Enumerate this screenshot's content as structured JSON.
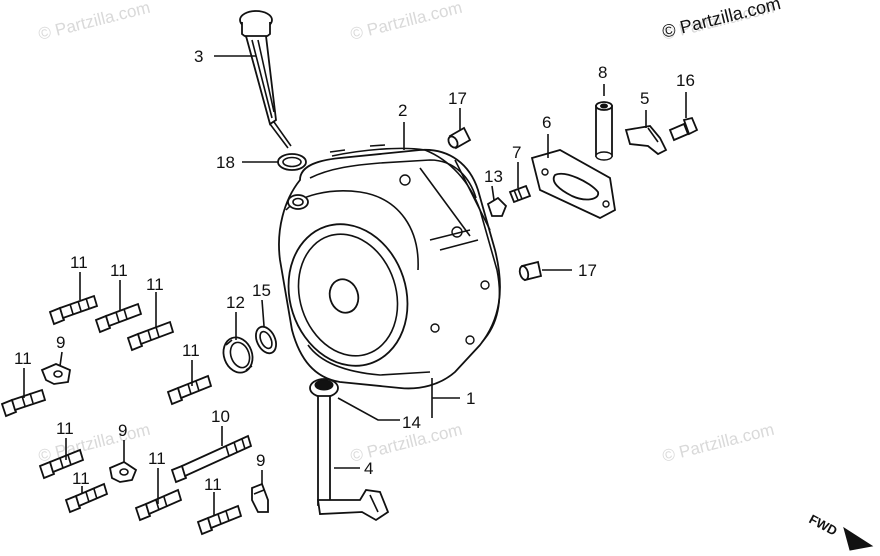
{
  "copyright": "© Partzilla.com",
  "watermarks": [
    "© Partzilla.com",
    "© Partzilla.com",
    "© Partzilla.com",
    "© Partzilla.com",
    "© Partzilla.com",
    "© Partzilla.com"
  ],
  "direction_label": "FWD",
  "callouts": {
    "p1": "1",
    "p2": "2",
    "p3": "3",
    "p4": "4",
    "p5": "5",
    "p6": "6",
    "p7": "7",
    "p8": "8",
    "p9a": "9",
    "p9b": "9",
    "p9c": "9",
    "p10": "10",
    "p11a": "11",
    "p11b": "11",
    "p11c": "11",
    "p11d": "11",
    "p11e": "11",
    "p11f": "11",
    "p11g": "11",
    "p11h": "11",
    "p11i": "11",
    "p12": "12",
    "p13": "13",
    "p14": "14",
    "p15": "15",
    "p16": "16",
    "p17a": "17",
    "p17b": "17",
    "p18": "18"
  }
}
